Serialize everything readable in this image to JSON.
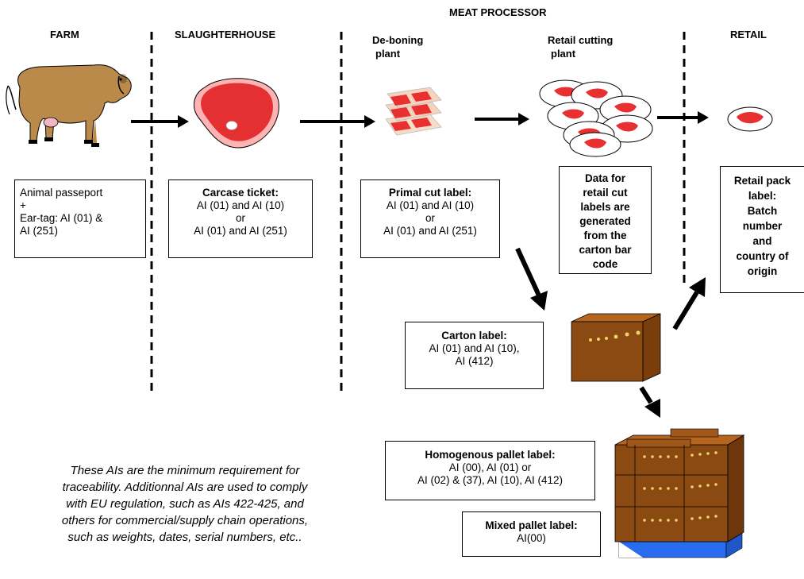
{
  "headers": {
    "farm": "FARM",
    "slaughterhouse": "SLAUGHTERHOUSE",
    "meat_processor": "MEAT PROCESSOR",
    "deboning": [
      "De-boning",
      "plant"
    ],
    "retail_cutting": [
      "Retail cutting",
      "plant"
    ],
    "retail": "RETAIL"
  },
  "boxes": {
    "farm": [
      "Animal passeport",
      "+",
      "Ear-tag: AI (01) &",
      "AI (251)"
    ],
    "carcase": {
      "title": "Carcase ticket:",
      "lines": [
        "AI (01) and AI (10)",
        "or",
        "AI (01) and AI (251)"
      ]
    },
    "primal": {
      "title": "Primal cut label:",
      "lines": [
        "AI (01) and AI (10)",
        "or",
        "AI (01) and AI (251)"
      ]
    },
    "retail_data": [
      "Data for",
      "retail cut",
      "labels are",
      "generated",
      "from the",
      "carton bar",
      "code"
    ],
    "retail_pack": [
      "Retail pack",
      "label:",
      "Batch",
      "number",
      "and",
      "country of",
      "origin"
    ],
    "carton": {
      "title": "Carton label:",
      "lines": [
        "AI (01) and AI (10),",
        "AI (412)"
      ]
    },
    "homogenous": {
      "title": "Homogenous pallet label:",
      "lines": [
        "AI (00), AI (01) or",
        "AI (02) & (37), AI (10), AI (412)"
      ]
    },
    "mixed": {
      "title": "Mixed pallet label:",
      "lines": [
        "AI(00)"
      ]
    }
  },
  "note": [
    "These AIs are the minimum  requirement for",
    "traceability. Additionnal AIs are used to comply",
    "with EU regulation, such as AIs 422-425, and",
    "others for commercial/supply chain operations,",
    "such as weights, dates, serial numbers, etc.."
  ],
  "icons": [
    "cow-icon",
    "carcase-icon",
    "primal-cut-icon",
    "retail-cuts-icon",
    "retail-pack-icon",
    "carton-icon",
    "pallet-icon"
  ]
}
